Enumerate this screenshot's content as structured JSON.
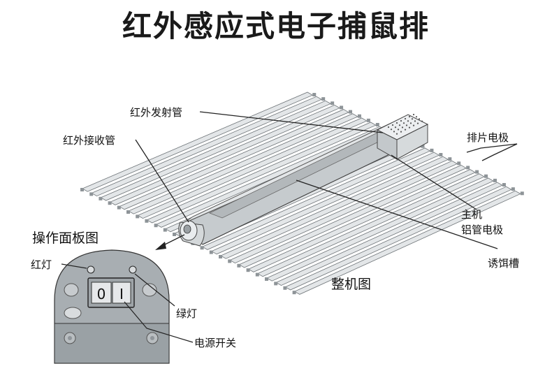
{
  "title": "红外感应式电子捕鼠排",
  "labels": {
    "emitter": "红外发射管",
    "receiver": "红外接收管",
    "electrode": "排片电极",
    "host_line1": "主机",
    "host_line2": "铝管电极",
    "bait": "诱饵槽",
    "whole": "整机图",
    "panel": "操作面板图",
    "red_light": "红灯",
    "green_light": "绿灯",
    "power_switch": "电源开关"
  },
  "switch": {
    "off": "0",
    "on": "I"
  },
  "colors": {
    "metal_light": "#e3e6e8",
    "metal_mid": "#c4c9cc",
    "metal_dark": "#8e9498",
    "panel_fill": "#a7adb1",
    "line": "#222222"
  }
}
